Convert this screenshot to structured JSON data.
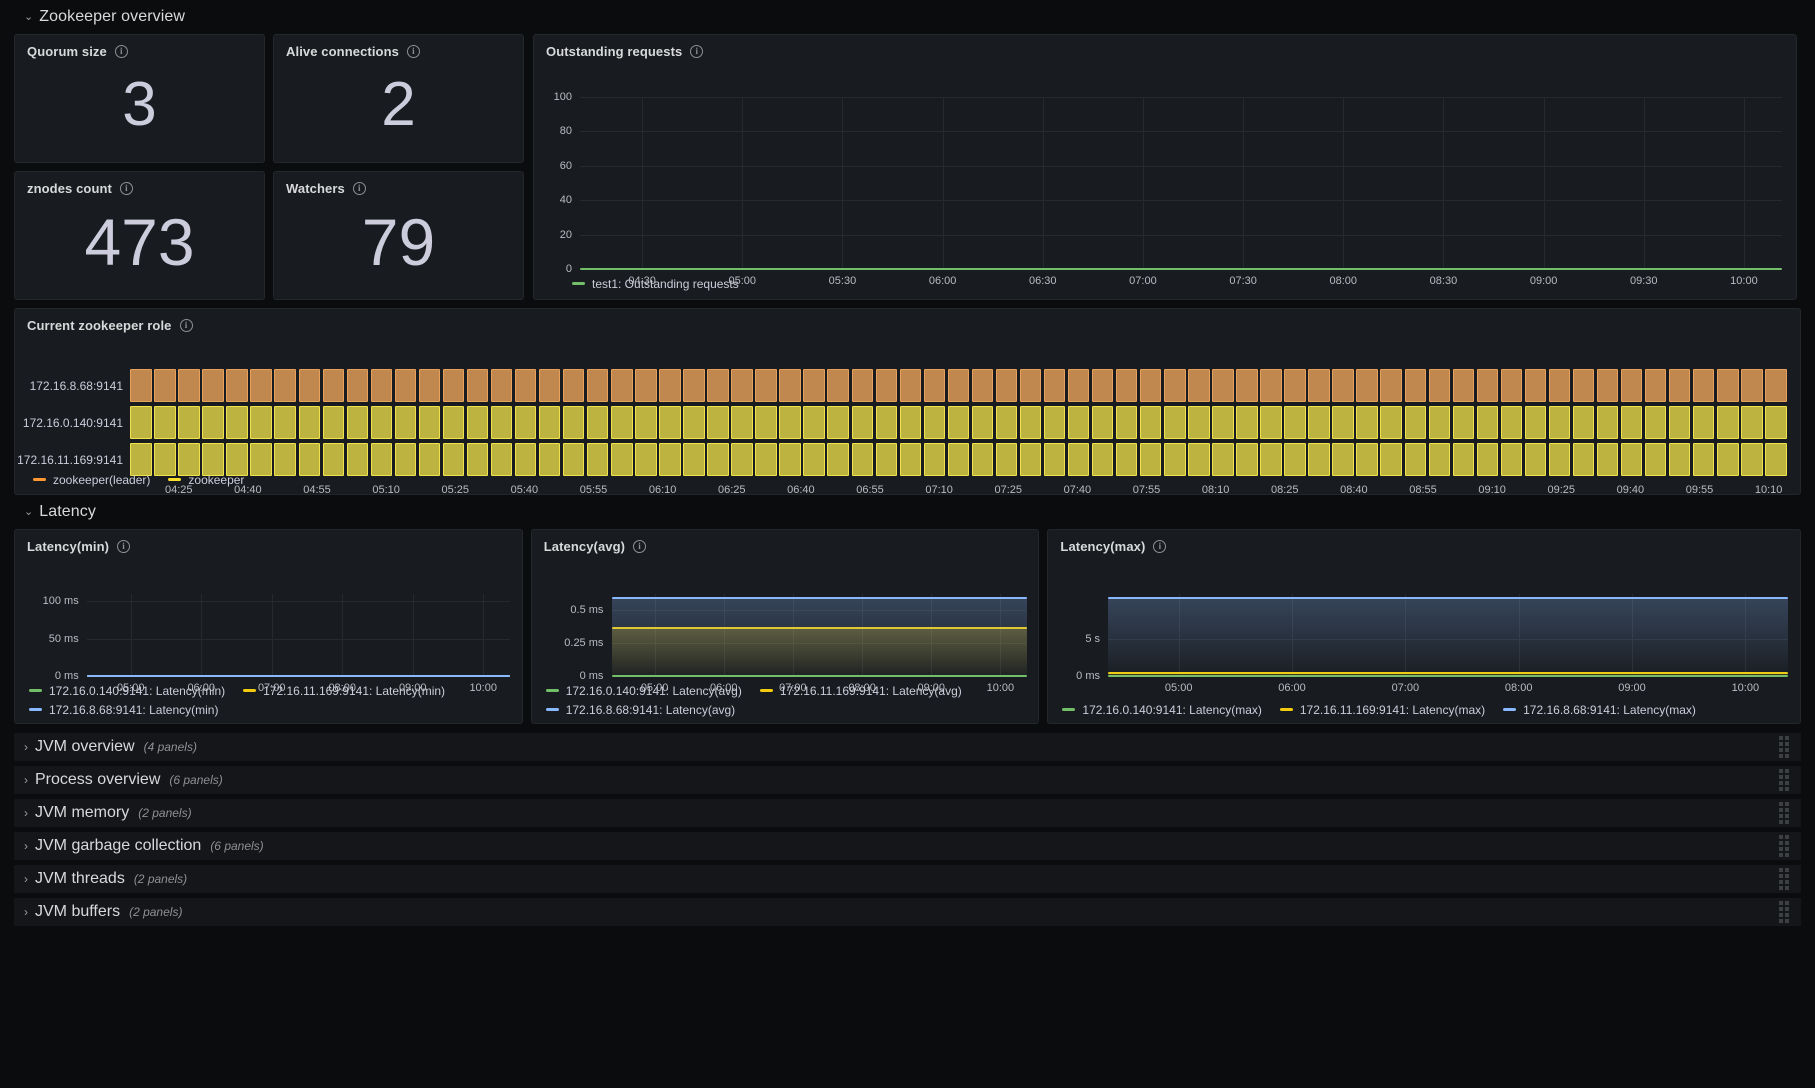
{
  "rows": {
    "zookeeper_overview": {
      "title": "Zookeeper overview",
      "chevron": "⌄"
    },
    "latency": {
      "title": "Latency",
      "chevron": "⌄"
    }
  },
  "stats": [
    {
      "title": "Quorum size",
      "value": "3",
      "info": "i"
    },
    {
      "title": "Alive connections",
      "value": "2",
      "info": "i"
    },
    {
      "title": "znodes count",
      "value": "473",
      "info": "i"
    },
    {
      "title": "Watchers",
      "value": "79",
      "info": "i"
    }
  ],
  "panels": {
    "outstanding_requests": {
      "title": "Outstanding requests",
      "info": "i"
    },
    "zookeeper_role": {
      "title": "Current zookeeper role",
      "info": "i"
    },
    "latency_min": {
      "title": "Latency(min)",
      "info": "i"
    },
    "latency_avg": {
      "title": "Latency(avg)",
      "info": "i"
    },
    "latency_max": {
      "title": "Latency(max)",
      "info": "i"
    }
  },
  "colors": {
    "green": "#73bf69",
    "yellow": "#fade2a",
    "blue": "#8ab8ff",
    "orange": "#ff9830",
    "role_leader_fill": "#c08b52",
    "role_leader_border": "#e8a15a",
    "role_follower_fill": "#bcb githubNOTUSED",
    "background": "#0b0c0e",
    "panel_bg": "#181b1f"
  },
  "chart_data": [
    {
      "id": "outstanding_requests",
      "type": "line",
      "title": "Outstanding requests",
      "ylabel": "",
      "xlabel": "",
      "ylim": [
        0,
        100
      ],
      "yticks": [
        "0",
        "20",
        "40",
        "60",
        "80",
        "100"
      ],
      "ytick_values": [
        0,
        20,
        40,
        60,
        80,
        100
      ],
      "xticks": [
        "04:30",
        "05:00",
        "05:30",
        "06:00",
        "06:30",
        "07:00",
        "07:30",
        "08:00",
        "08:30",
        "09:00",
        "09:30",
        "10:00"
      ],
      "grid": true,
      "legend_position": "bottom",
      "series": [
        {
          "name": "test1: Outstanding requests",
          "color": "#73bf69",
          "constant_value": 0,
          "values": [
            0,
            0,
            0,
            0,
            0,
            0,
            0,
            0,
            0,
            0,
            0,
            0
          ]
        }
      ]
    },
    {
      "id": "zookeeper_role",
      "type": "heatmap",
      "title": "Current zookeeper role",
      "rows": [
        "172.16.8.68:9141",
        "172.16.0.140:9141",
        "172.16.11.169:9141"
      ],
      "row_states": [
        "zookeeper(leader)",
        "zookeeper",
        "zookeeper"
      ],
      "cells_per_row": 69,
      "xticks": [
        "04:25",
        "04:40",
        "04:55",
        "05:10",
        "05:25",
        "05:40",
        "05:55",
        "06:10",
        "06:25",
        "06:40",
        "06:55",
        "07:10",
        "07:25",
        "07:40",
        "07:55",
        "08:10",
        "08:25",
        "08:40",
        "08:55",
        "09:10",
        "09:25",
        "09:40",
        "09:55",
        "10:10"
      ],
      "legend_position": "bottom",
      "series": [
        {
          "name": "zookeeper(leader)",
          "color": "#ff9830"
        },
        {
          "name": "zookeeper",
          "color": "#fade2a"
        }
      ]
    },
    {
      "id": "latency_min",
      "type": "line",
      "title": "Latency(min)",
      "ylim": [
        0,
        110
      ],
      "yticks": [
        "0 ms",
        "50 ms",
        "100 ms"
      ],
      "ytick_values": [
        0,
        50,
        100
      ],
      "xticks": [
        "05:00",
        "06:00",
        "07:00",
        "08:00",
        "09:00",
        "10:00"
      ],
      "grid": true,
      "legend_position": "bottom",
      "series": [
        {
          "name": "172.16.0.140:9141: Latency(min)",
          "color": "#73bf69",
          "constant_value": 0
        },
        {
          "name": "172.16.11.169:9141: Latency(min)",
          "color": "#f2cc0c",
          "constant_value": 0
        },
        {
          "name": "172.16.8.68:9141: Latency(min)",
          "color": "#8ab8ff",
          "constant_value": 0
        }
      ]
    },
    {
      "id": "latency_avg",
      "type": "area",
      "title": "Latency(avg)",
      "ylim": [
        0,
        0.62
      ],
      "yticks": [
        "0 ms",
        "0.25 ms",
        "0.5 ms"
      ],
      "ytick_values": [
        0,
        0.25,
        0.5
      ],
      "xticks": [
        "05:00",
        "06:00",
        "07:00",
        "08:00",
        "09:00",
        "10:00"
      ],
      "grid": true,
      "legend_position": "bottom",
      "series": [
        {
          "name": "172.16.0.140:9141: Latency(avg)",
          "color": "#73bf69",
          "constant_value": 0
        },
        {
          "name": "172.16.11.169:9141: Latency(avg)",
          "color": "#f2cc0c",
          "constant_value": 0.36
        },
        {
          "name": "172.16.8.68:9141: Latency(avg)",
          "color": "#8ab8ff",
          "constant_value": 0.59
        }
      ]
    },
    {
      "id": "latency_max",
      "type": "area",
      "title": "Latency(max)",
      "ylim": [
        0,
        11
      ],
      "yticks": [
        "0 ms",
        "5 s"
      ],
      "ytick_values": [
        0,
        5
      ],
      "xticks": [
        "05:00",
        "06:00",
        "07:00",
        "08:00",
        "09:00",
        "10:00"
      ],
      "grid": true,
      "legend_position": "bottom",
      "series": [
        {
          "name": "172.16.0.140:9141: Latency(max)",
          "color": "#73bf69",
          "constant_value": 0
        },
        {
          "name": "172.16.11.169:9141: Latency(max)",
          "color": "#f2cc0c",
          "constant_value": 0.35
        },
        {
          "name": "172.16.8.68:9141: Latency(max)",
          "color": "#8ab8ff",
          "constant_value": 10.4
        }
      ]
    }
  ],
  "legends": {
    "outstanding_requests": [
      {
        "label": "test1: Outstanding requests",
        "color": "#73bf69"
      }
    ],
    "zookeeper_role": [
      {
        "label": "zookeeper(leader)",
        "color": "#ff9830"
      },
      {
        "label": "zookeeper",
        "color": "#fade2a"
      }
    ],
    "latency_min": [
      {
        "label": "172.16.0.140:9141: Latency(min)",
        "color": "#73bf69"
      },
      {
        "label": "172.16.11.169:9141: Latency(min)",
        "color": "#f2cc0c"
      },
      {
        "label": "172.16.8.68:9141: Latency(min)",
        "color": "#8ab8ff"
      }
    ],
    "latency_avg": [
      {
        "label": "172.16.0.140:9141: Latency(avg)",
        "color": "#73bf69"
      },
      {
        "label": "172.16.11.169:9141: Latency(avg)",
        "color": "#f2cc0c"
      },
      {
        "label": "172.16.8.68:9141: Latency(avg)",
        "color": "#8ab8ff"
      }
    ],
    "latency_max": [
      {
        "label": "172.16.0.140:9141: Latency(max)",
        "color": "#73bf69"
      },
      {
        "label": "172.16.11.169:9141: Latency(max)",
        "color": "#f2cc0c"
      },
      {
        "label": "172.16.8.68:9141: Latency(max)",
        "color": "#8ab8ff"
      }
    ]
  },
  "collapsed_rows": [
    {
      "title": "JVM overview",
      "count": "(4 panels)",
      "chevron": "›"
    },
    {
      "title": "Process overview",
      "count": "(6 panels)",
      "chevron": "›"
    },
    {
      "title": "JVM memory",
      "count": "(2 panels)",
      "chevron": "›"
    },
    {
      "title": "JVM garbage collection",
      "count": "(6 panels)",
      "chevron": "›"
    },
    {
      "title": "JVM threads",
      "count": "(2 panels)",
      "chevron": "›"
    },
    {
      "title": "JVM buffers",
      "count": "(2 panels)",
      "chevron": "›"
    }
  ]
}
